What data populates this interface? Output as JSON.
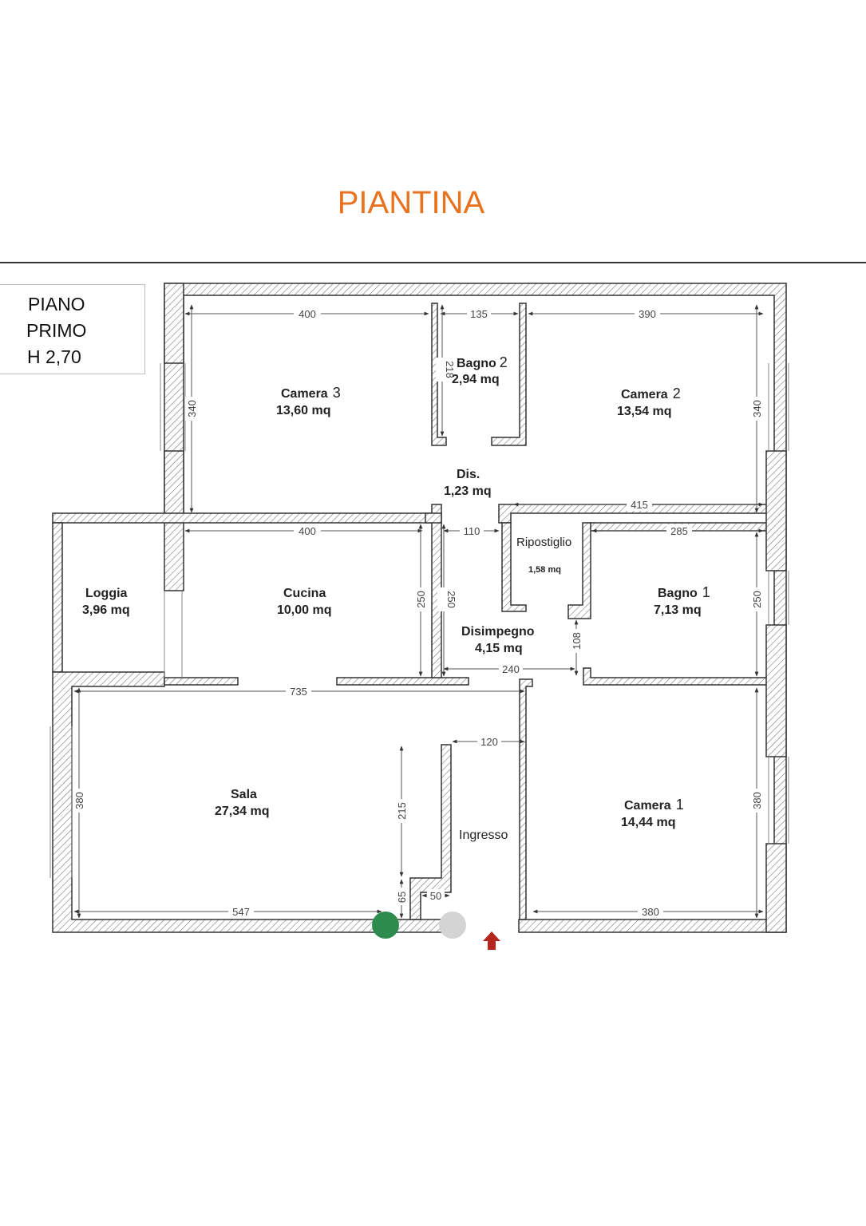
{
  "title": "PIANTINA",
  "colors": {
    "title": "#e8731f",
    "marker_green": "#2e8b4e",
    "marker_grey": "#d4d4d4",
    "entry_arrow": "#b5261e"
  },
  "floor_info": {
    "line1": "PIANO",
    "line2": "PRIMO",
    "line3": "H 2,70"
  },
  "rooms": {
    "camera3": {
      "name": "Camera",
      "num": "3",
      "area": "13,60 mq"
    },
    "bagno2": {
      "name": "Bagno",
      "num": "2",
      "area": "2,94 mq"
    },
    "camera2": {
      "name": "Camera",
      "num": "2",
      "area": "13,54 mq"
    },
    "dis": {
      "name": "Dis.",
      "area": "1,23 mq"
    },
    "loggia": {
      "name": "Loggia",
      "area": "3,96 mq"
    },
    "cucina": {
      "name": "Cucina",
      "area": "10,00 mq"
    },
    "ripostiglio": {
      "name": "Ripostiglio",
      "area": "1,58 mq"
    },
    "bagno1": {
      "name": "Bagno",
      "num": "1",
      "area": "7,13 mq"
    },
    "disimpegno": {
      "name": "Disimpegno",
      "area": "4,15 mq"
    },
    "sala": {
      "name": "Sala",
      "area": "27,34 mq"
    },
    "ingresso": {
      "name": "Ingresso"
    },
    "camera1": {
      "name": "Camera",
      "num": "1",
      "area": "14,44 mq"
    }
  },
  "dimensions": {
    "camera3_w": "400",
    "camera3_h": "340",
    "bagno2_w": "135",
    "bagno2_h": "218",
    "camera2_w": "390",
    "camera2_h": "340",
    "rip_bagno_w": "415",
    "cucina_w": "400",
    "cucina_h": "250",
    "cucina_h2": "250",
    "dis_w": "110",
    "bagno1_w": "285",
    "bagno1_h": "250",
    "disimpegno_h": "108",
    "disimpegno_w": "240",
    "sala_w": "735",
    "ingresso_w": "120",
    "sala_h": "380",
    "wall_h": "215",
    "wall_h2": "65",
    "wall_w": "50",
    "sala_bottom": "547",
    "camera1_h": "380",
    "camera1_w": "380"
  },
  "icons": [
    "green-marker-icon",
    "grey-marker-icon",
    "entry-arrow-icon"
  ]
}
